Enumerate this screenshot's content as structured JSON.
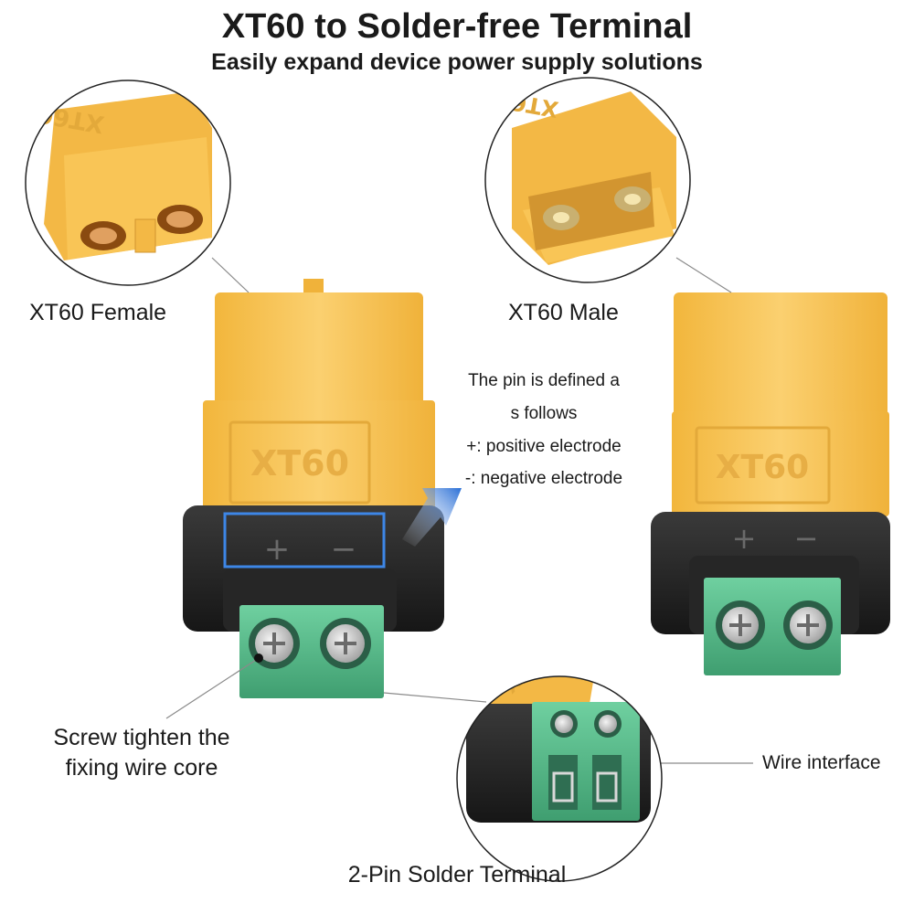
{
  "header": {
    "title": "XT60 to Solder-free Terminal",
    "subtitle": "Easily expand device power supply solutions"
  },
  "labels": {
    "female": "XT60 Female",
    "male": "XT60 Male",
    "screw": [
      "Screw tighten the",
      "fixing wire core"
    ],
    "wire": "Wire interface",
    "solder": "2-Pin Solder Terminal"
  },
  "pin_note": {
    "lines": [
      "The pin is defined a",
      "s follows",
      "+: positive electrode",
      "-: negative electrode"
    ]
  },
  "product": {
    "housing_mark": "XT60",
    "plus_mark": "+",
    "minus_mark": "−"
  },
  "colors": {
    "connector_yellow": "#f7c24a",
    "housing_black": "#1e1e1e",
    "terminal_green": "#5fbf8f",
    "accent_blue": "#2a6fd6"
  }
}
